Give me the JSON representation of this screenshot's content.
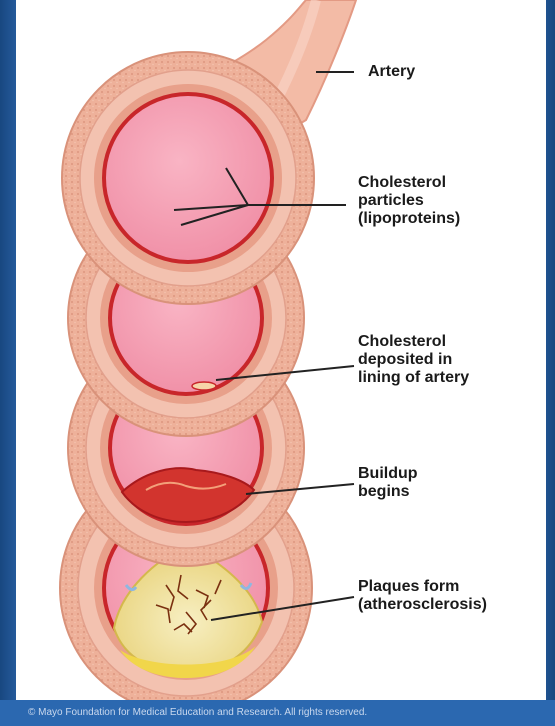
{
  "labels": {
    "artery": "Artery",
    "particles": "Cholesterol\nparticles\n(lipoproteins)",
    "deposited": "Cholesterol\ndeposited in\nlining of artery",
    "buildup": "Buildup\nbegins",
    "plaques": "Plaques form\n(atherosclerosis)"
  },
  "footer": {
    "text": "© Mayo Foundation for Medical Education and Research. All rights reserved."
  },
  "colors": {
    "wall_outer": "#f0b8a0",
    "wall_mid": "#e9a48c",
    "lumen": "#f59ab0",
    "lining": "#c8262a",
    "plaque": "#f2e6a8",
    "background_blue": "#2a62a6"
  }
}
